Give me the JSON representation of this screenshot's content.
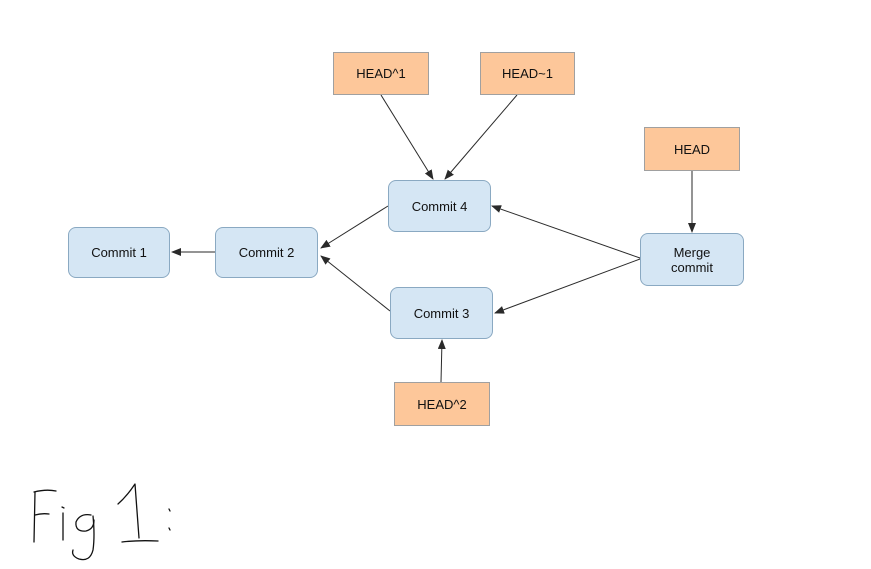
{
  "diagram": {
    "nodes": [
      {
        "id": "commit1",
        "label": "Commit 1",
        "kind": "commit"
      },
      {
        "id": "commit2",
        "label": "Commit 2",
        "kind": "commit"
      },
      {
        "id": "commit4",
        "label": "Commit 4",
        "kind": "commit"
      },
      {
        "id": "commit3",
        "label": "Commit 3",
        "kind": "commit"
      },
      {
        "id": "merge",
        "label": "Merge\ncommit",
        "kind": "commit"
      },
      {
        "id": "head1c",
        "label": "HEAD^1",
        "kind": "ref"
      },
      {
        "id": "head1t",
        "label": "HEAD~1",
        "kind": "ref"
      },
      {
        "id": "head",
        "label": "HEAD",
        "kind": "ref"
      },
      {
        "id": "head2",
        "label": "HEAD^2",
        "kind": "ref"
      }
    ],
    "edges": [
      {
        "from": "commit2",
        "to": "commit1"
      },
      {
        "from": "commit4",
        "to": "commit2"
      },
      {
        "from": "commit3",
        "to": "commit2"
      },
      {
        "from": "merge",
        "to": "commit4"
      },
      {
        "from": "merge",
        "to": "commit3"
      },
      {
        "from": "head1c",
        "to": "commit4"
      },
      {
        "from": "head1t",
        "to": "commit4"
      },
      {
        "from": "head",
        "to": "merge"
      },
      {
        "from": "head2",
        "to": "commit3"
      }
    ],
    "colors": {
      "commit_fill": "#d5e6f4",
      "commit_border": "#8aa9c2",
      "ref_fill": "#fdc79a",
      "ref_border": "#a0a0a0",
      "edge": "#2a2a2a"
    }
  },
  "caption": {
    "text": "Fig 1:",
    "style": "handwritten"
  }
}
